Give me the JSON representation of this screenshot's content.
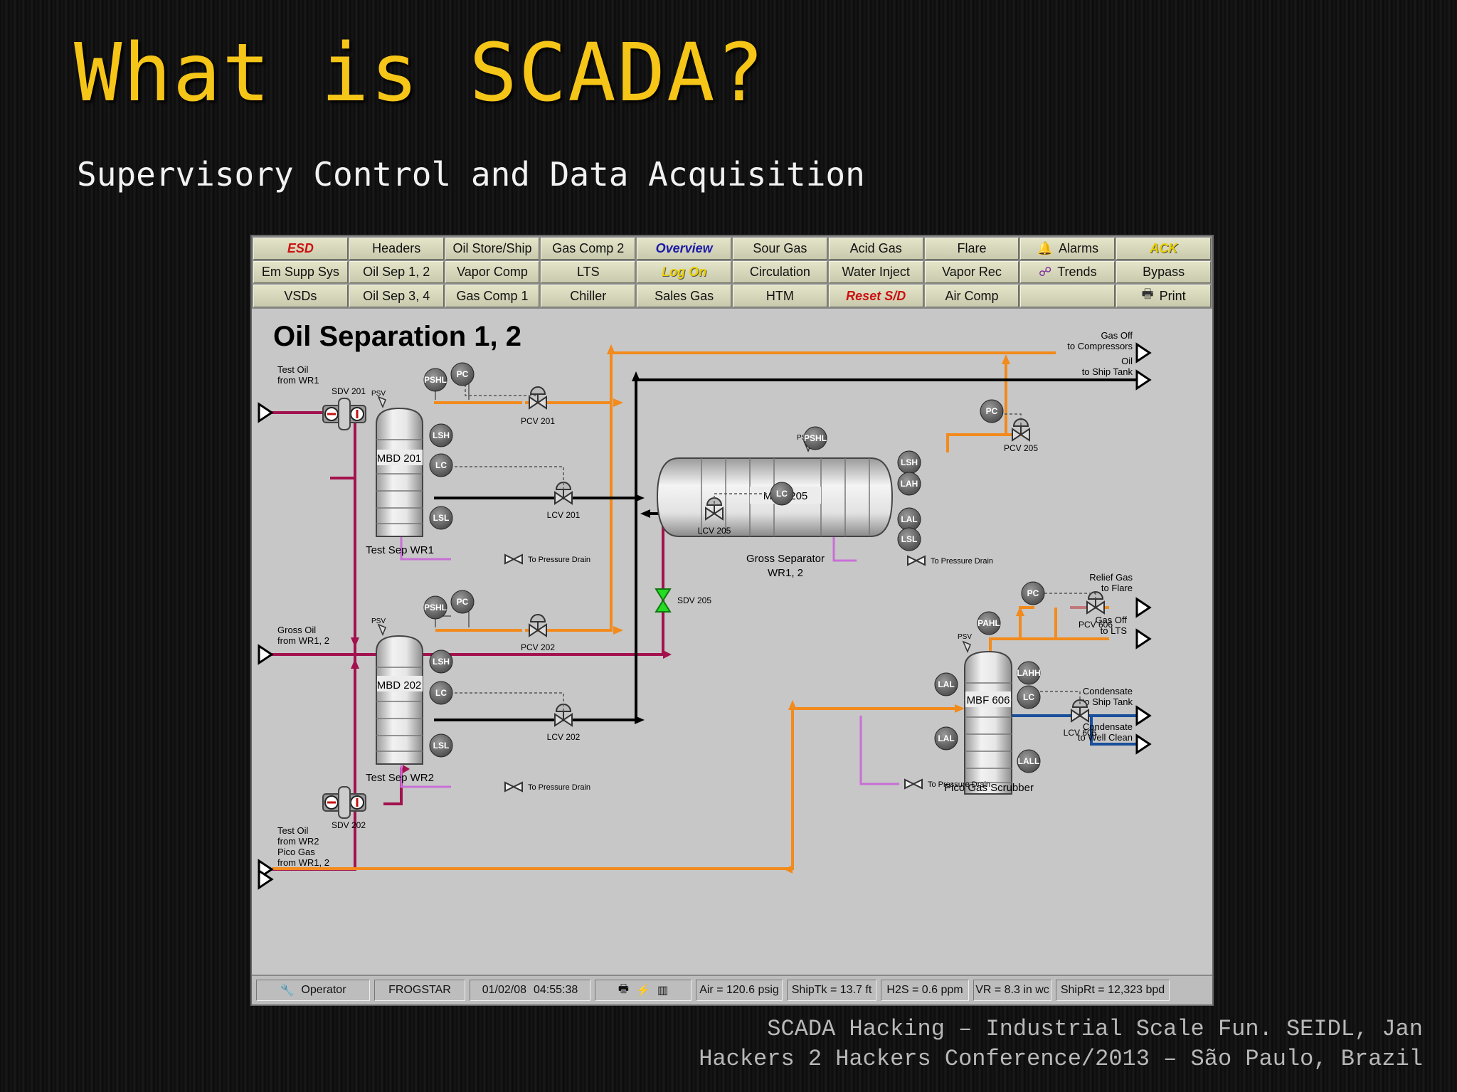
{
  "slide": {
    "title": "What is SCADA?",
    "subtitle": "Supervisory Control and Data Acquisition",
    "footer_line1": "SCADA Hacking – Industrial Scale Fun. SEIDL, Jan",
    "footer_line2": "Hackers 2 Hackers Conference/2013 – São Paulo, Brazil"
  },
  "menu": {
    "row1": [
      "ESD",
      "Headers",
      "Oil Store/Ship",
      "Gas Comp 2",
      "Overview",
      "Sour Gas",
      "Acid Gas",
      "Flare",
      "Alarms",
      "ACK"
    ],
    "row2": [
      "Em Supp Sys",
      "Oil Sep 1, 2",
      "Vapor Comp",
      "LTS",
      "Log On",
      "Circulation",
      "Water Inject",
      "Vapor Rec",
      "Trends",
      "Bypass"
    ],
    "row3": [
      "VSDs",
      "Oil Sep 3, 4",
      "Gas Comp 1",
      "Chiller",
      "Sales Gas",
      "HTM",
      "Reset S/D",
      "Air Comp",
      "",
      "Print"
    ]
  },
  "diagram": {
    "title": "Oil Separation 1, 2",
    "inputs": {
      "test_oil_wr1": [
        "Test Oil",
        "from WR1"
      ],
      "gross_oil": [
        "Gross Oil",
        "from WR1, 2"
      ],
      "test_oil_wr2": [
        "Test Oil",
        "from WR2"
      ],
      "pico_gas": [
        "Pico Gas",
        "from WR1, 2"
      ]
    },
    "outputs": {
      "gas_off_compressors": [
        "Gas Off",
        "to Compressors"
      ],
      "oil_ship_tank": [
        "Oil",
        "to Ship Tank"
      ],
      "relief_gas": [
        "Relief Gas",
        "to Flare"
      ],
      "gas_off_lts": [
        "Gas Off",
        "to LTS"
      ],
      "condensate_ship": [
        "Condensate",
        "to Ship Tank"
      ],
      "condensate_well": [
        "Condensate",
        "to Well Clean"
      ]
    },
    "vessels": {
      "mbd201": "MBD 201",
      "mbd202": "MBD 202",
      "mbd205": "MBD 205",
      "mbf606": "MBF 606"
    },
    "captions": {
      "test_sep_wr1": "Test Sep WR1",
      "test_sep_wr2": "Test Sep WR2",
      "gross_sep_1": "Gross Separator",
      "gross_sep_2": "WR1, 2",
      "pico_scrubber": "Pico Gas Scrubber"
    },
    "valves": {
      "sdv201": "SDV 201",
      "sdv202": "SDV 202",
      "sdv205": "SDV 205",
      "pcv201": "PCV 201",
      "pcv202": "PCV 202",
      "pcv205": "PCV 205",
      "pcv606": "PCV 606",
      "lcv201": "LCV 201",
      "lcv202": "LCV 202",
      "lcv205": "LCV 205",
      "lcv606": "LCV 606"
    },
    "instruments": {
      "psv": "PSV",
      "pshl": "PSHL",
      "pc": "PC",
      "lsh": "LSH",
      "lc": "LC",
      "lsl": "LSL",
      "lah": "LAH",
      "lal": "LAL",
      "pahl": "PAHL",
      "lahh": "LAHH",
      "lall": "LALL"
    },
    "drain_label": "To Pressure Drain"
  },
  "status": {
    "operator": "Operator",
    "station": "FROGSTAR",
    "date": "01/02/08",
    "time": "04:55:38",
    "air": "Air = 120.6 psig",
    "shiptk": "ShipTk = 13.7 ft",
    "h2s": "H2S = 0.6 ppm",
    "vr": "VR = 8.3 in wc",
    "shiprt": "ShipRt = 12,323 bpd"
  },
  "colors": {
    "gas": "#f28a1c",
    "oil": "#000000",
    "gross_oil": "#a3124e",
    "condensate": "#1a4f9c",
    "drain": "#c86fd6",
    "title_yellow": "#f5c518"
  }
}
